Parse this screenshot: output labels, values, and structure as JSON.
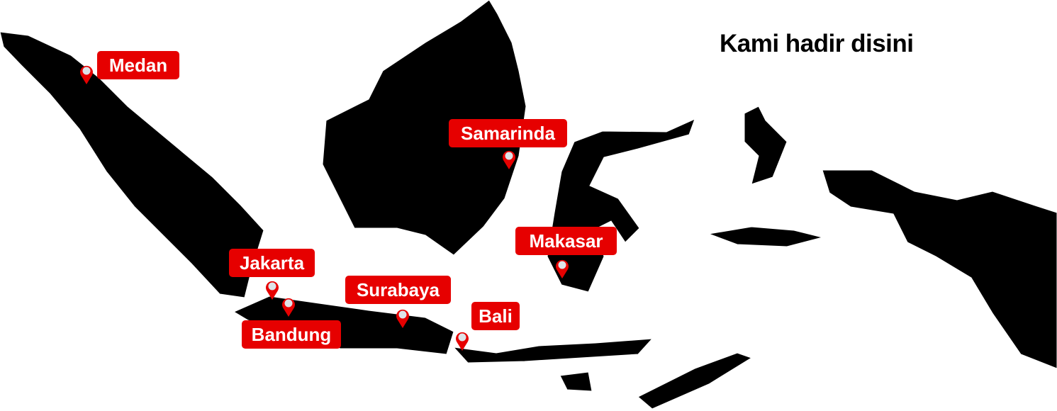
{
  "title": "Kami hadir disini",
  "colors": {
    "land": "#000000",
    "label_bg": "#e60000",
    "label_text": "#ffffff",
    "pin": "#e60000",
    "pin_center": "#dde3e8"
  },
  "cities": [
    {
      "name": "Medan",
      "icon": "map-pin-icon"
    },
    {
      "name": "Samarinda",
      "icon": "map-pin-icon"
    },
    {
      "name": "Makasar",
      "icon": "map-pin-icon"
    },
    {
      "name": "Jakarta",
      "icon": "map-pin-icon"
    },
    {
      "name": "Bandung",
      "icon": "map-pin-icon"
    },
    {
      "name": "Surabaya",
      "icon": "map-pin-icon"
    },
    {
      "name": "Bali",
      "icon": "map-pin-icon"
    }
  ]
}
